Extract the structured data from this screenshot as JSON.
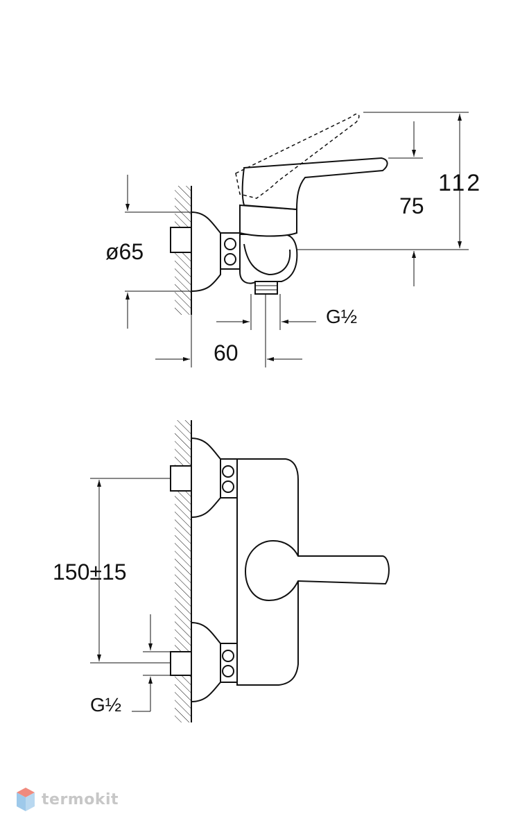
{
  "side_view": {
    "dim_height_total": "112",
    "dim_height_outlet": "75",
    "dim_flange_diameter": "ø65",
    "dim_depth": "60",
    "dim_outlet_thread": "G½"
  },
  "front_view": {
    "dim_center_distance": "150±15",
    "dim_inlet_thread": "G½"
  },
  "watermark": {
    "brand": "termokit",
    "colors": {
      "logo_top": "#f08a7e",
      "logo_side": "#9ec9ea",
      "text": "#c7c7c7"
    }
  }
}
